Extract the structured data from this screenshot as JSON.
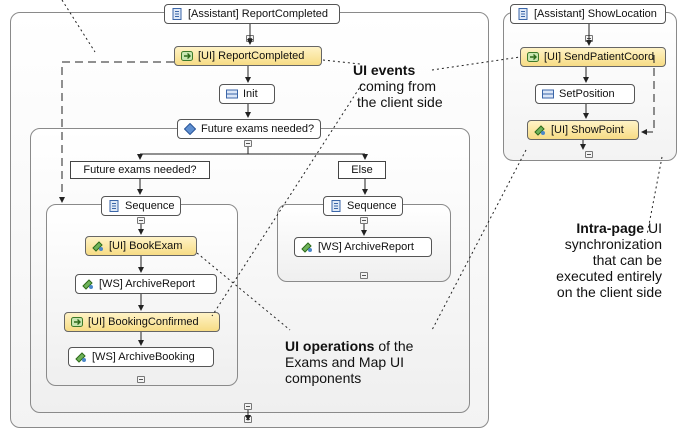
{
  "left_process": {
    "header": "[Assistant] ReportCompleted",
    "ui_report_completed": "[UI] ReportCompleted",
    "init": "Init",
    "decision": "Future exams needed?",
    "branch_true": "Future exams needed?",
    "branch_else": "Else",
    "left_sequence": {
      "title": "Sequence",
      "items": [
        "[UI] BookExam",
        "[WS] ArchiveReport",
        "[UI] BookingConfirmed",
        "[WS] ArchiveBooking"
      ]
    },
    "right_sequence": {
      "title": "Sequence",
      "items": [
        "[WS] ArchiveReport"
      ]
    }
  },
  "right_process": {
    "header": "[Assistant] ShowLocation",
    "send_coord": "[UI] SendPatientCoord",
    "set_position": "SetPosition",
    "show_point": "[UI] ShowPoint"
  },
  "annotations": {
    "ui_events_bold": "UI events",
    "ui_events_rest": [
      "coming from",
      "the client side"
    ],
    "ui_ops_bold": "UI operations",
    "ui_ops_rest": [
      " of the",
      "Exams and Map UI",
      "components"
    ],
    "intra_bold": "Intra-page",
    "intra_rest": [
      " UI",
      "synchronization",
      "that can be",
      "executed entirely",
      "on the client side"
    ]
  },
  "colors": {
    "ui_fill": "#f7dc85",
    "border": "#8a8a8a"
  }
}
